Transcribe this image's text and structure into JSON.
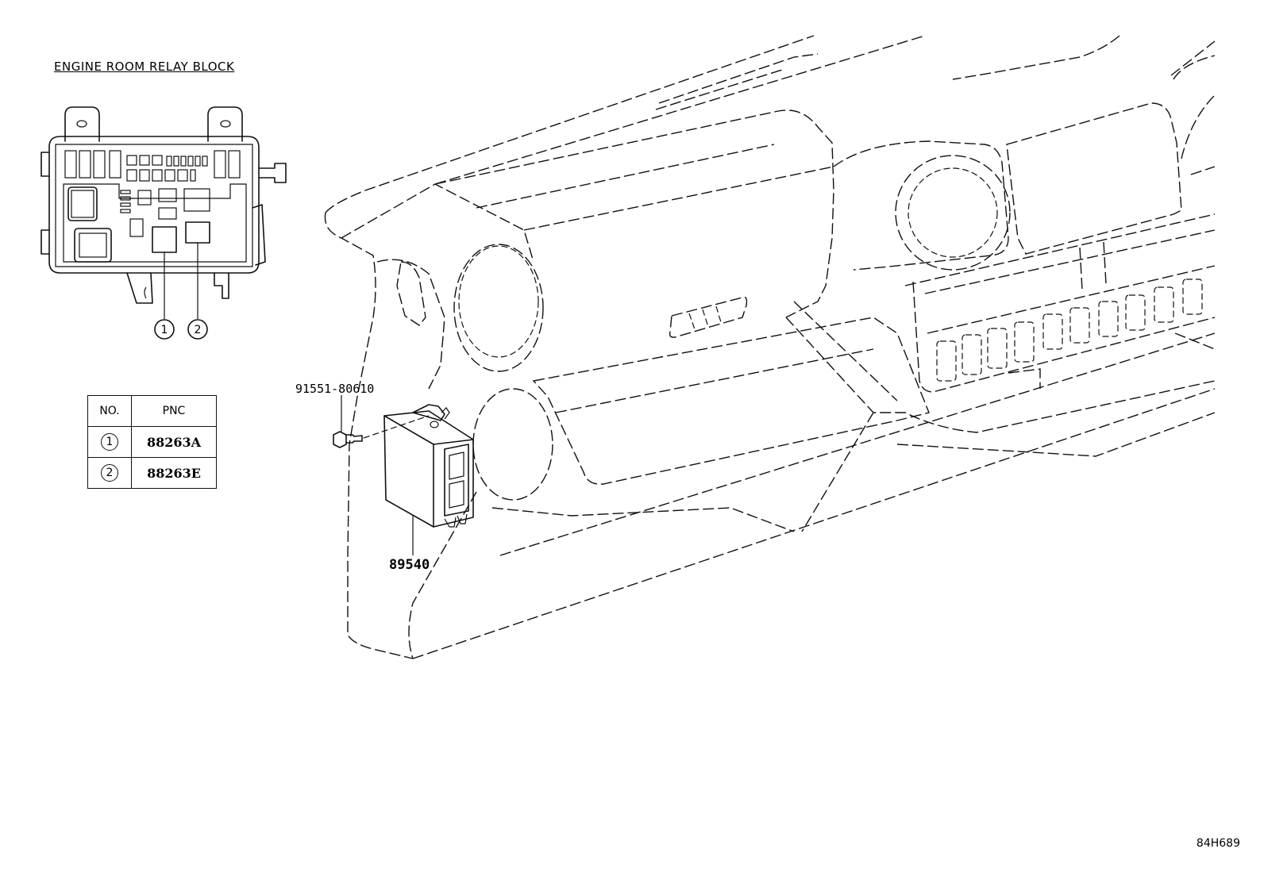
{
  "relay_block": {
    "title": "ENGINE ROOM RELAY BLOCK",
    "callouts": [
      "1",
      "2"
    ]
  },
  "pnc_table": {
    "headers": [
      "NO.",
      "PNC"
    ],
    "rows": [
      {
        "no": "1",
        "pnc": "88263A"
      },
      {
        "no": "2",
        "pnc": "88263E"
      }
    ]
  },
  "parts": {
    "bolt": "91551-80610",
    "module": "89540"
  },
  "figure_id": "84H689"
}
